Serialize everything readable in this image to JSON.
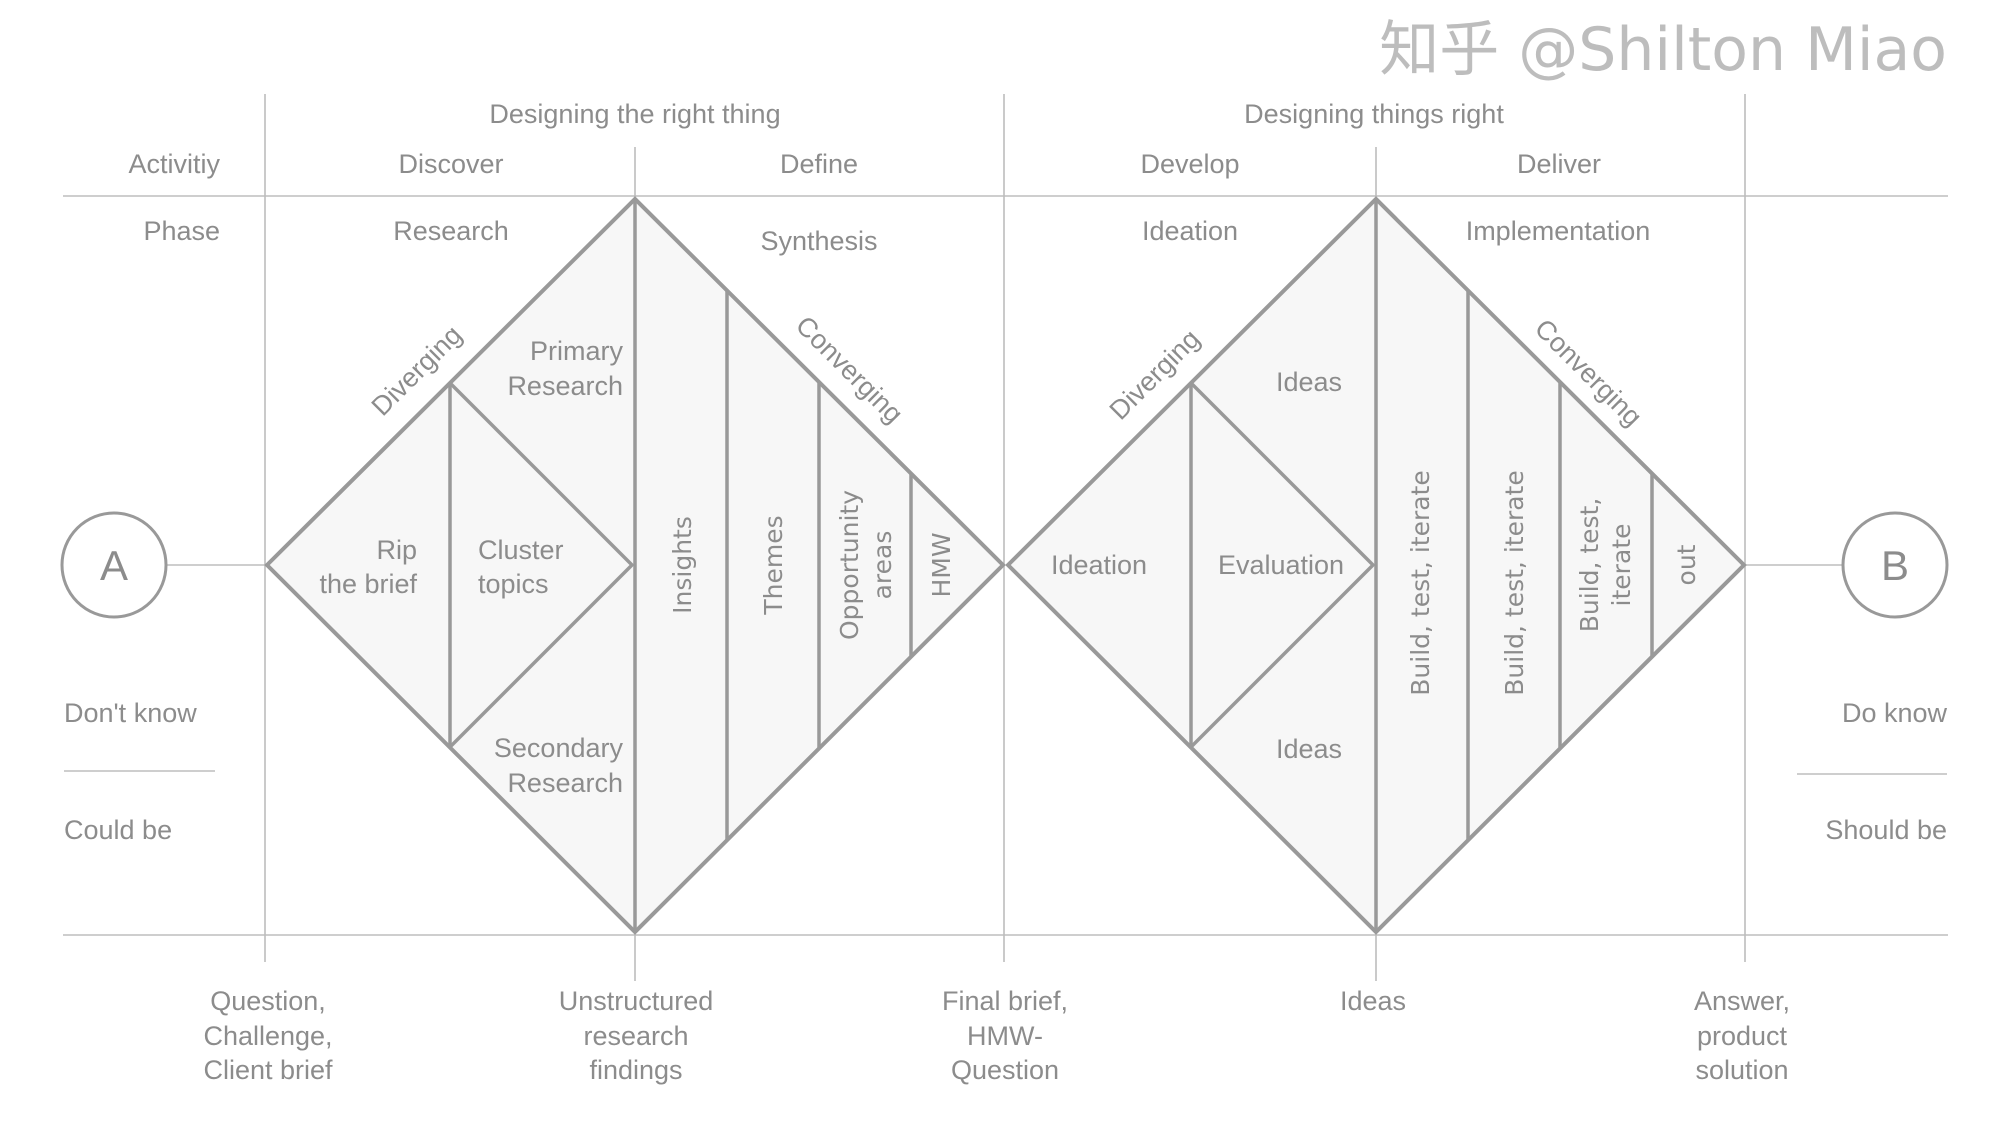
{
  "header": {
    "left_group": "Designing the right thing",
    "right_group": "Designing things right",
    "activity_label": "Activitiy",
    "activities": [
      "Discover",
      "Define",
      "Develop",
      "Deliver"
    ],
    "phase_label": "Phase",
    "phases": [
      "Research",
      "Synthesis",
      "Ideation",
      "Implementation"
    ]
  },
  "diamond1": {
    "diverging": "Diverging",
    "converging": "Converging",
    "primary": [
      "Primary",
      "Research"
    ],
    "rip": [
      "Rip",
      "the brief"
    ],
    "cluster": [
      "Cluster",
      "topics"
    ],
    "secondary": [
      "Secondary",
      "Research"
    ],
    "insights": "Insights",
    "themes": "Themes",
    "opportunity": [
      "Opportunity",
      "areas"
    ],
    "hmw": "HMW"
  },
  "diamond2": {
    "diverging": "Diverging",
    "converging": "Converging",
    "ideation": "Ideation",
    "evaluation": "Evaluation",
    "ideas_top": "Ideas",
    "ideas_bottom": "Ideas",
    "build1": "Build, test, iterate",
    "build2": "Build, test, iterate",
    "build3": [
      "Build, test,",
      "iterate"
    ],
    "out": "out"
  },
  "start": {
    "letter": "A",
    "top": "Don't know",
    "bottom": "Could be"
  },
  "end": {
    "letter": "B",
    "top": "Do know",
    "bottom": "Should be"
  },
  "milestones": [
    [
      "Question,",
      "Challenge,",
      "Client brief"
    ],
    [
      "Unstructured",
      "research",
      "findings"
    ],
    [
      "Final brief,",
      "HMW-",
      "Question"
    ],
    [
      "Ideas"
    ],
    [
      "Answer,",
      "product",
      "solution"
    ]
  ],
  "watermark": "知乎 @Shilton Miao"
}
